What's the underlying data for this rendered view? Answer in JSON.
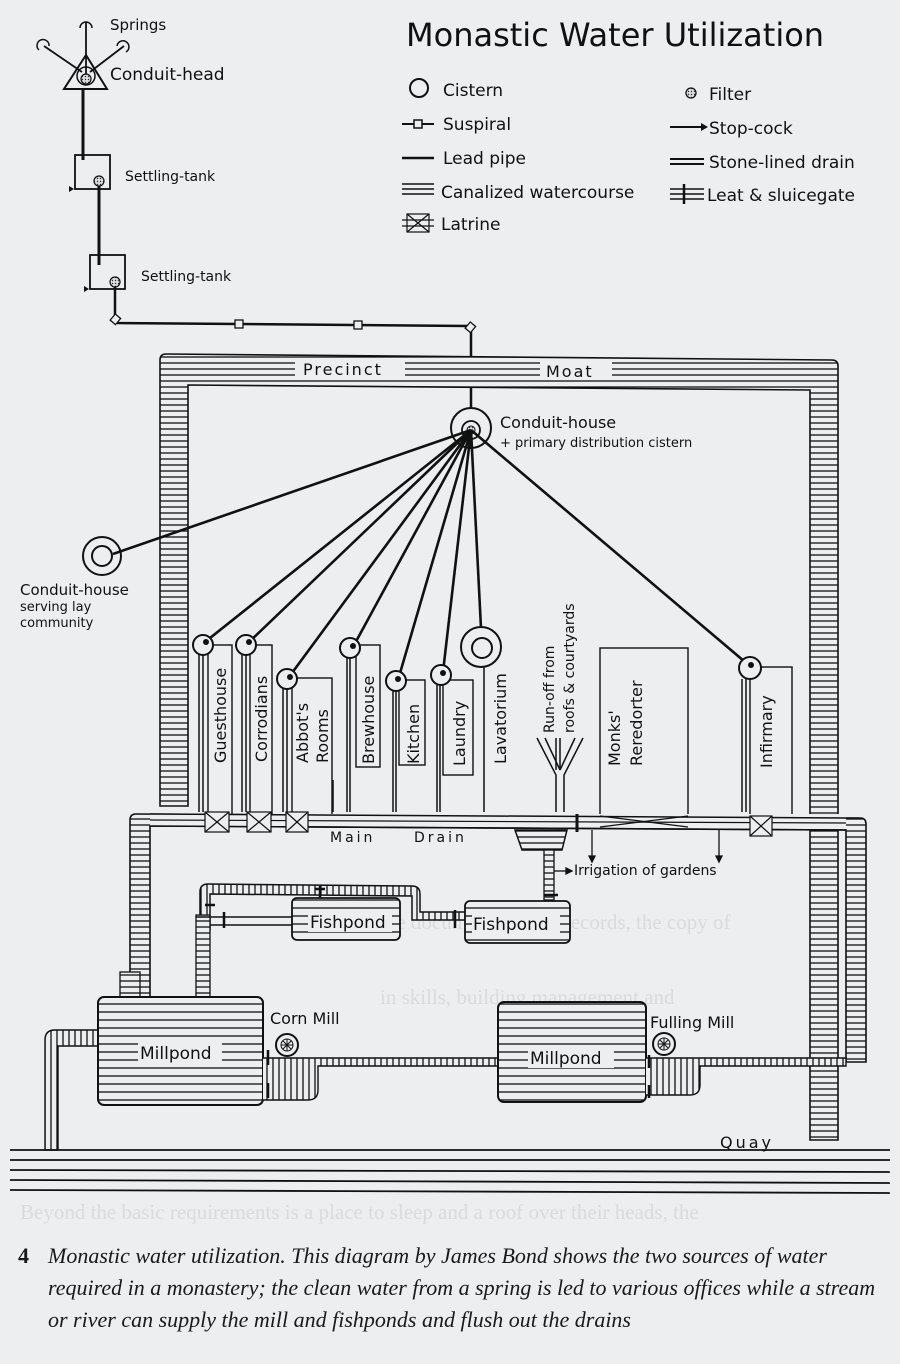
{
  "title": "Monastic Water Utilization",
  "legend": {
    "cistern": "Cistern",
    "suspiral": "Suspiral",
    "lead_pipe": "Lead pipe",
    "canalized": "Canalized watercourse",
    "latrine": "Latrine",
    "filter": "Filter",
    "stop_cock": "Stop-cock",
    "stone_drain": "Stone-lined drain",
    "leat": "Leat & sluicegate"
  },
  "source": {
    "springs": "Springs",
    "conduit_head": "Conduit-head",
    "settling_tank_1": "Settling-tank",
    "settling_tank_2": "Settling-tank"
  },
  "moat": {
    "word1": "Precinct",
    "word2": "Moat"
  },
  "conduit_house": {
    "title": "Conduit-house",
    "subtitle": "+ primary distribution cistern"
  },
  "lay_conduit": {
    "line1": "Conduit-house",
    "line2": "serving lay",
    "line3": "community"
  },
  "buildings": {
    "guesthouse": "Guesthouse",
    "corrodians": "Corrodians",
    "abbots_1": "Abbot's",
    "abbots_2": "Rooms",
    "brewhouse": "Brewhouse",
    "kitchen": "Kitchen",
    "laundry": "Laundry",
    "lavatorium": "Lavatorium",
    "runoff_1": "Run-off from",
    "runoff_2": "roofs & courtyards",
    "reredorter_1": "Monks'",
    "reredorter_2": "Reredorter",
    "infirmary": "Infirmary"
  },
  "drain": {
    "word1": "Main",
    "word2": "Drain",
    "irrigation": "Irrigation of gardens"
  },
  "ponds": {
    "fishpond_1": "Fishpond",
    "fishpond_2": "Fishpond",
    "millpond_1": "Millpond",
    "millpond_2": "Millpond",
    "corn_mill": "Corn Mill",
    "fulling_mill": "Fulling Mill",
    "quay": "Quay"
  },
  "caption": {
    "number": "4",
    "text": "Monastic water utilization. This diagram by James Bond shows the two sources of water required in a monastery; the clean water from a spring is led to various offices while a stream or river can supply the mill and fishponds and flush out the drains"
  }
}
